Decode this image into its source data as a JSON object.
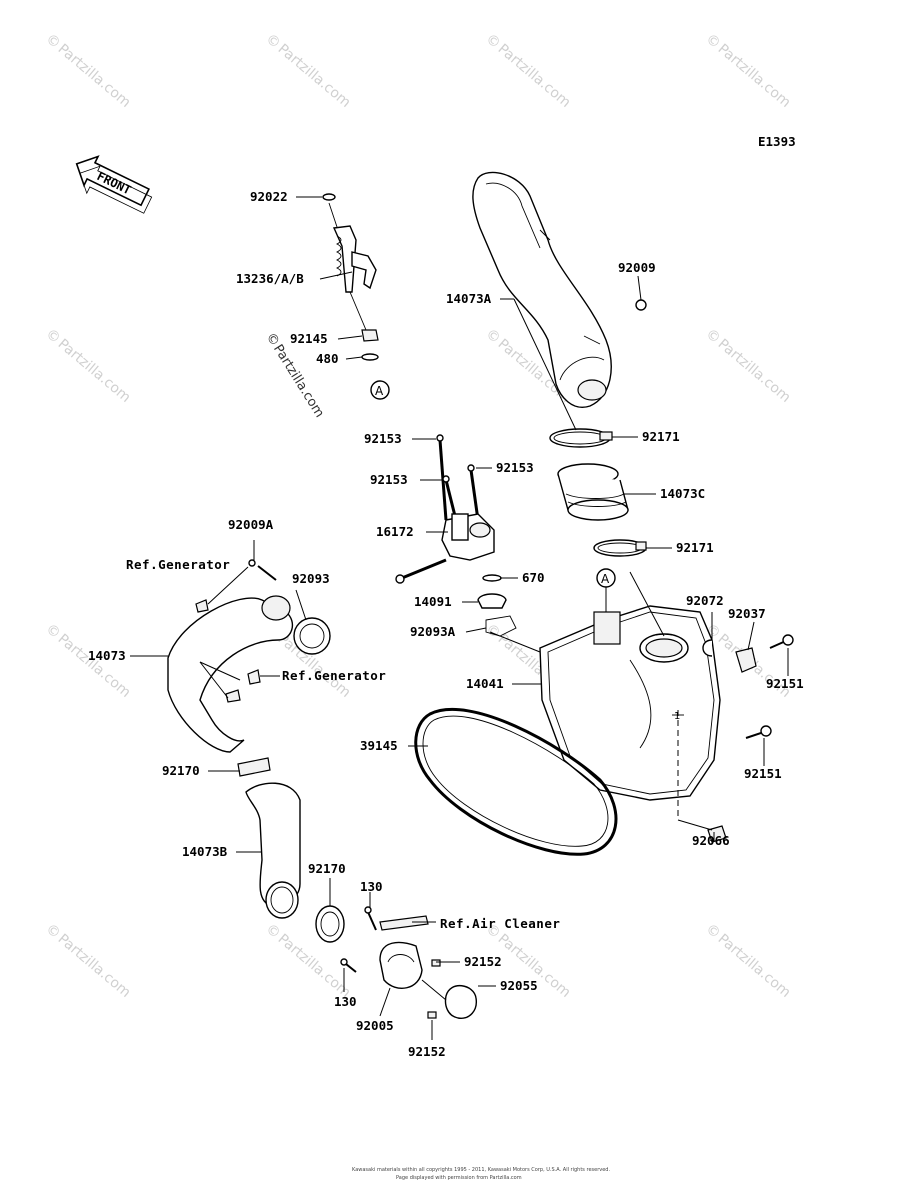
{
  "diagram_code": "E1393",
  "front_label": "FRONT",
  "watermark_text": "Partzilla.com",
  "watermark_symbol": "©",
  "callout_circle": "A",
  "labels": {
    "p92022": "92022",
    "p13236": "13236/A/B",
    "p92145": "92145",
    "p480": "480",
    "p14073A": "14073A",
    "p92009": "92009",
    "p92153a": "92153",
    "p92153b": "92153",
    "p92153c": "92153",
    "p92171a": "92171",
    "p14073C": "14073C",
    "p92171b": "92171",
    "p16172": "16172",
    "p670": "670",
    "p14091": "14091",
    "p92093A": "92093A",
    "p92009A": "92009A",
    "p92093": "92093",
    "p14073": "14073",
    "p92072": "92072",
    "p92037": "92037",
    "p92151a": "92151",
    "p14041": "14041",
    "p39145": "39145",
    "p92151b": "92151",
    "p92170a": "92170",
    "p92066": "92066",
    "p14073B": "14073B",
    "p92170b": "92170",
    "p130a": "130",
    "p92152a": "92152",
    "p92055": "92055",
    "p130b": "130",
    "p92005": "92005",
    "p92152b": "92152"
  },
  "refs": {
    "generator1": "Ref.Generator",
    "generator2": "Ref.Generator",
    "air_cleaner": "Ref.Air Cleaner"
  },
  "footer": {
    "line1": "Kawasaki materials within all copyrights 1995 - 2011, Kawasaki Motors Corp, U.S.A. All rights reserved.",
    "line2": "Page displayed with permission from Partzilla.com"
  }
}
